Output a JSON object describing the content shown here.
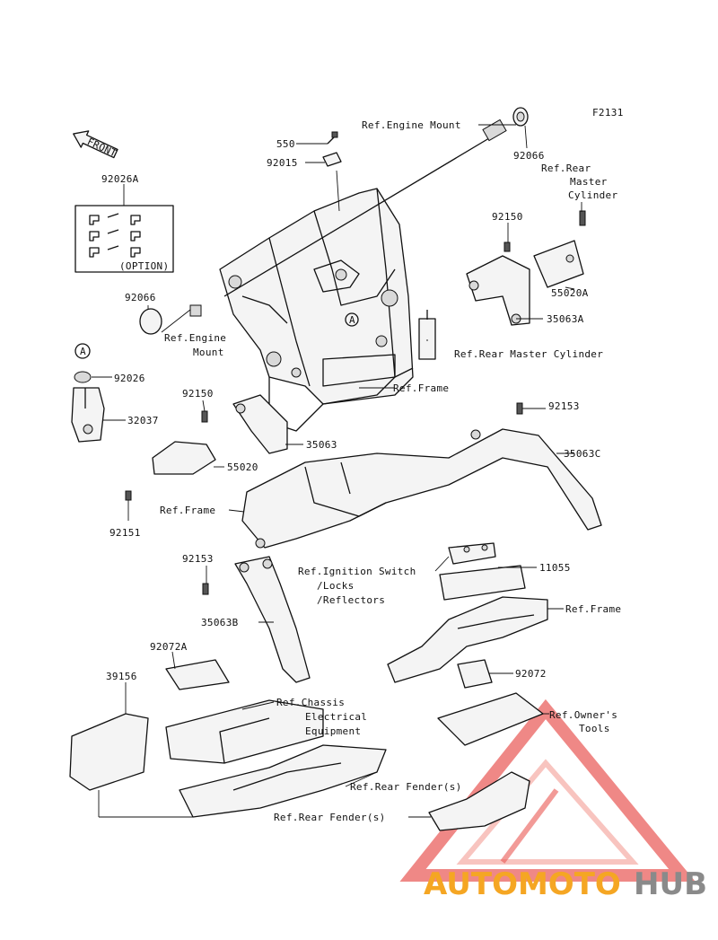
{
  "figure_code": "F2131",
  "front_label": "FRONT",
  "option_label": "(OPTION)",
  "callouts": {
    "ref_engine_mount_top": "Ref.Engine Mount",
    "p92066_top": "92066",
    "ref_rear_master_cyl_1": "Ref.Rear",
    "ref_rear_master_cyl_2": "Master",
    "ref_rear_master_cyl_3": "Cylinder",
    "p550": "550",
    "p92015": "92015",
    "p92026A": "92026A",
    "p92150_right": "92150",
    "p55020A": "55020A",
    "p35063A": "35063A",
    "ref_rear_master_cyl_long": "Ref.Rear Master Cylinder",
    "p92066_left": "92066",
    "ref_engine_mount_left_1": "Ref.Engine",
    "ref_engine_mount_left_2": "Mount",
    "circle_a_1": "A",
    "circle_a_2": "A",
    "p92026": "92026",
    "p32037": "32037",
    "p92150_left": "92150",
    "ref_frame_mid": "Ref.Frame",
    "p92153_right": "92153",
    "p35063": "35063",
    "p35063C": "35063C",
    "p55020": "55020",
    "p92151": "92151",
    "ref_frame_left": "Ref.Frame",
    "p92153_left": "92153",
    "ref_ignition_1": "Ref.Ignition Switch",
    "ref_ignition_2": "/Locks",
    "ref_ignition_3": "/Reflectors",
    "p11055": "11055",
    "ref_frame_right": "Ref.Frame",
    "p35063B": "35063B",
    "p92072A": "92072A",
    "p39156": "39156",
    "ref_chassis_1": "Ref.Chassis",
    "ref_chassis_2": "Electrical",
    "ref_chassis_3": "Equipment",
    "p92072": "92072",
    "ref_owners_1": "Ref.Owner's",
    "ref_owners_2": "Tools",
    "ref_rear_fender_1": "Ref.Rear Fender(s)",
    "ref_rear_fender_2": "Ref.Rear Fender(s)"
  },
  "watermark": {
    "part1": "AUTOMOTO",
    "part2": "HUB",
    "color_orange": "#f5a623",
    "color_red": "#e53935",
    "color_gray": "#8a8a8a"
  }
}
